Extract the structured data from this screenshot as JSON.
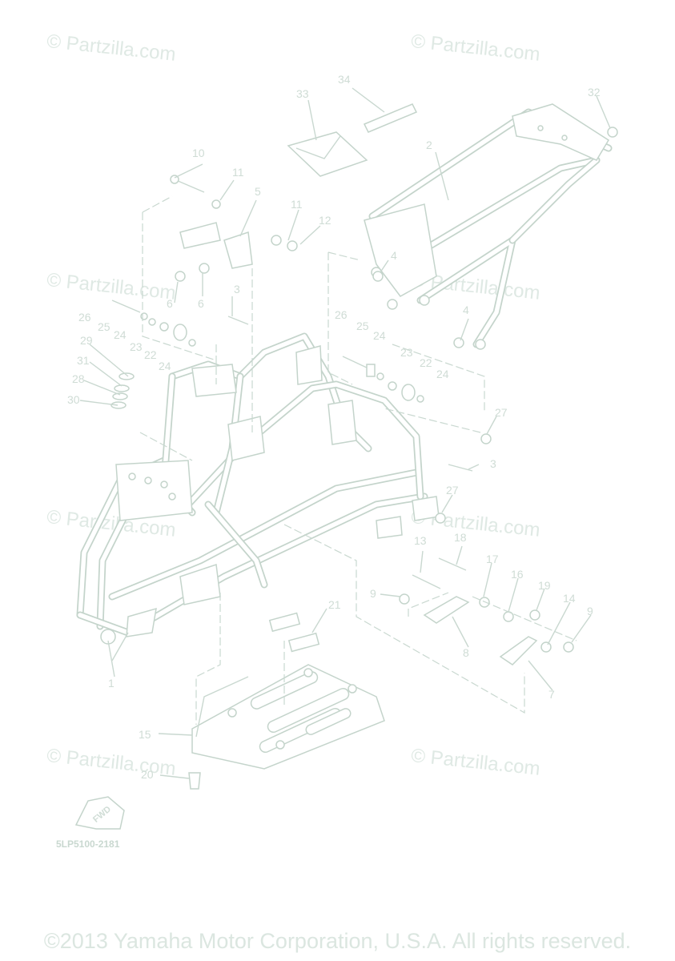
{
  "watermark_text": "© Partzilla.com",
  "part_code": "5LP5100-2181",
  "copyright": "©2013 Yamaha Motor Corporation, U.S.A. All rights reserved.",
  "fwd_label": "FWD",
  "callouts": [
    "1",
    "2",
    "3",
    "3",
    "4",
    "4",
    "5",
    "6",
    "6",
    "7",
    "8",
    "9",
    "9",
    "10",
    "11",
    "11",
    "12",
    "13",
    "14",
    "15",
    "16",
    "17",
    "18",
    "19",
    "20",
    "21",
    "22",
    "22",
    "23",
    "23",
    "24",
    "24",
    "24",
    "24",
    "25",
    "25",
    "26",
    "26",
    "27",
    "27",
    "28",
    "29",
    "30",
    "31",
    "32",
    "33",
    "34"
  ],
  "colors": {
    "line_art": "#c4d4cb",
    "watermark": "#dfe9e4"
  }
}
